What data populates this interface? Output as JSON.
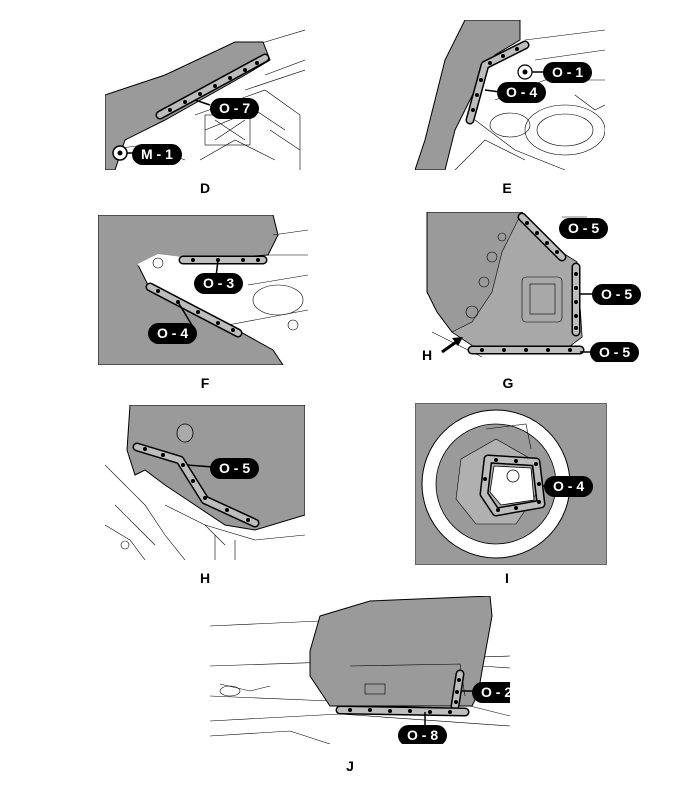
{
  "views": {
    "D": {
      "letter": "D",
      "callouts": [
        "O - 7",
        "M - 1"
      ]
    },
    "E": {
      "letter": "E",
      "callouts": [
        "O - 1",
        "O - 4"
      ]
    },
    "F": {
      "letter": "F",
      "callouts": [
        "O - 3",
        "O - 4"
      ]
    },
    "G": {
      "letter": "G",
      "callouts": [
        "O - 5",
        "O - 5",
        "O - 5"
      ],
      "arrow_label": "H"
    },
    "H": {
      "letter": "H",
      "callouts": [
        "O - 5"
      ]
    },
    "I": {
      "letter": "I",
      "callouts": [
        "O - 4"
      ]
    },
    "J": {
      "letter": "J",
      "callouts": [
        "O - 2",
        "O - 8"
      ]
    }
  },
  "colors": {
    "panel_fill": "#9a9a9a",
    "line": "#000000",
    "label_bg": "#000000",
    "label_text": "#ffffff"
  }
}
